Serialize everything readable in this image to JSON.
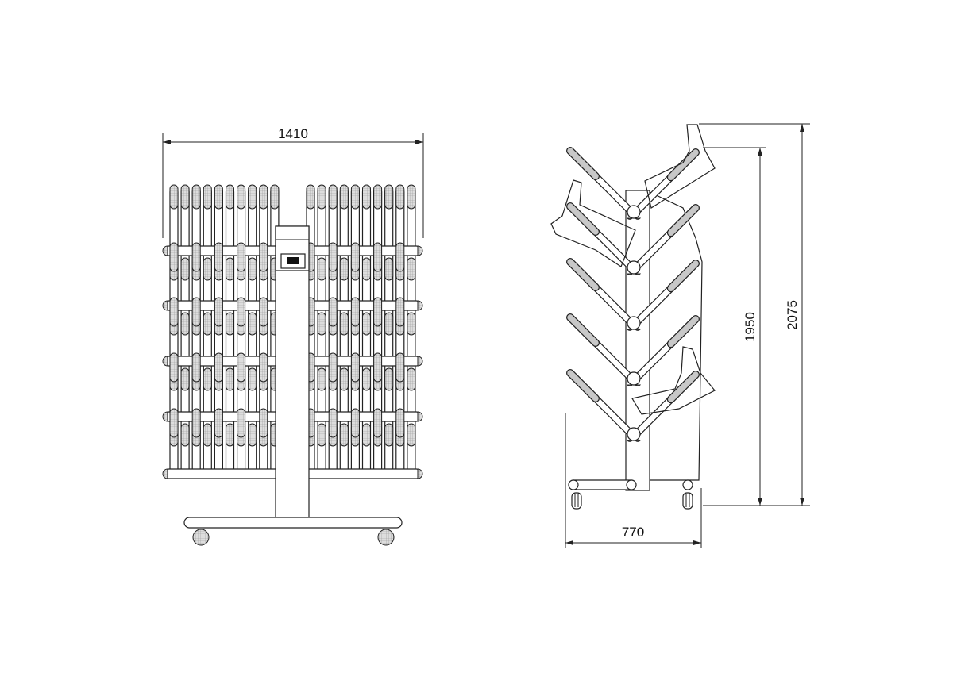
{
  "drawing": {
    "front_view": {
      "width_dimension": "1410",
      "posts_per_side": 10,
      "crossbars": 5
    },
    "side_view": {
      "depth_dimension": "770",
      "height_dimension": "1950",
      "total_height_dimension": "2075",
      "arm_levels": 5
    }
  }
}
